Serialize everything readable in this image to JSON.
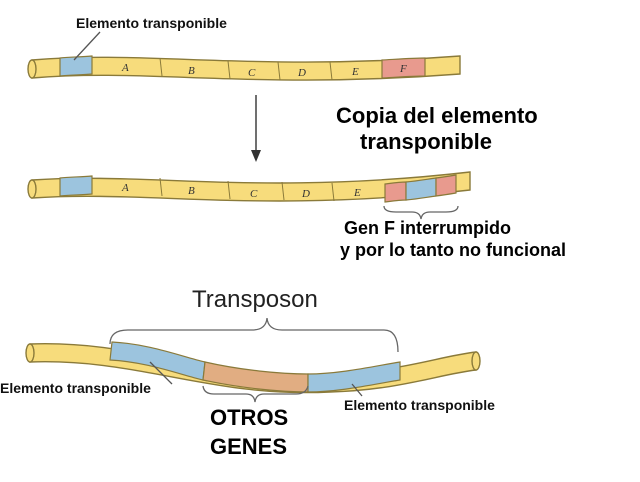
{
  "colors": {
    "chromosome_fill": "#f7dc7c",
    "chromosome_stroke": "#8a7a3a",
    "transposable_fill": "#9cc4de",
    "gene_f_fill": "#e89a8e",
    "other_genes_fill": "#e1ad82",
    "bracket": "#666666",
    "arrow": "#333333"
  },
  "panel1": {
    "label": "Elemento transponible",
    "genes": [
      "A",
      "B",
      "C",
      "D",
      "E",
      "F"
    ]
  },
  "panel2": {
    "copy_label_line1": "Copia del elemento",
    "copy_label_line2": "transponible",
    "genes": [
      "A",
      "B",
      "C",
      "D",
      "E"
    ],
    "interrupted_line1": "Gen F interrumpido",
    "interrupted_line2": "y por lo tanto no funcional"
  },
  "panel3": {
    "transposon_label": "Transposon",
    "left_element_label": "Elemento transponible",
    "right_element_label": "Elemento transponible",
    "other_genes_line1": "OTROS",
    "other_genes_line2": "GENES"
  }
}
